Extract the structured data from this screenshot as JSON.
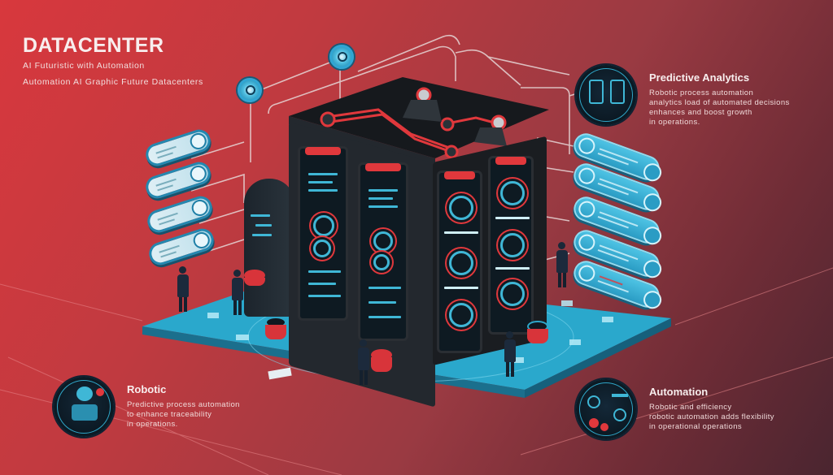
{
  "header": {
    "title": "DATACENTER",
    "subtitle_line1": "AI Futuristic with Automation",
    "subtitle_line2": "Automation AI Graphic Future Datacenters"
  },
  "callouts": [
    {
      "id": "predictive-analytics",
      "title": "Predictive Analytics",
      "body_lines": [
        "Robotic process automation",
        "analytics load of automated decisions",
        "enhances and boost growth",
        "in operations."
      ],
      "icon": "server-racks-icon"
    },
    {
      "id": "robotic",
      "title": "Robotic",
      "body_lines": [
        "Predictive process automation",
        "to enhance traceability",
        "in operations."
      ],
      "icon": "robot-icon"
    },
    {
      "id": "automation",
      "title": "Automation",
      "body_lines": [
        "Robotic and efficiency",
        "robotic automation adds flexibility",
        "in operational operations"
      ],
      "icon": "gears-workflow-icon"
    }
  ],
  "colors": {
    "background_start": "#d8383d",
    "background_end": "#4a2530",
    "accent_cyan": "#3fb7d6",
    "accent_red": "#e0383c",
    "server_black": "#1a1d21",
    "platform": "#2aa8cc"
  },
  "illustration": {
    "left_pills_count": 4,
    "right_pills_count": 5,
    "floating_nodes": [
      "cloud-node-icon",
      "user-node-icon"
    ],
    "workers_count": 5,
    "canisters_count": 4
  }
}
